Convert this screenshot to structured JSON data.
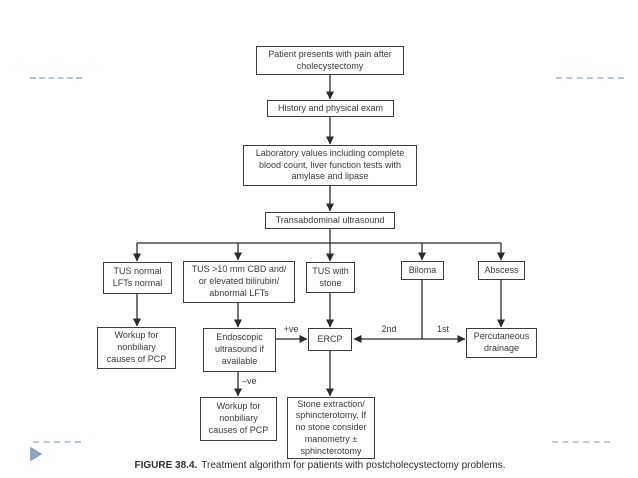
{
  "figure": {
    "caption_label": "FIGURE 38.4.",
    "caption_text": "Treatment algorithm for patients with postcholecystectomy problems."
  },
  "nodes": {
    "patient": "Patient presents with pain after\ncholecystectomy",
    "history": "History and physical exam",
    "labs": "Laboratory values including complete\nblood count, liver function tests with\namylase and lipase",
    "tus": "Transabdominal ultrasound",
    "tus_normal": "TUS normal\nLFTs normal",
    "tus_cbd": "TUS >10 mm CBD and/\nor elevated bilirubin/\nabnormal LFTs",
    "tus_stone": "TUS with\nstone",
    "biloma": "Biloma",
    "abscess": "Abscess",
    "workup1": "Workup for\nnonbiliary\ncauses of PCP",
    "endoscopic": "Endoscopic\nultrasound if\navailable",
    "ercp": "ERCP",
    "percutaneous": "Percutaneous\ndrainage",
    "workup2": "Workup for\nnonbiliary\ncauses of PCP",
    "stone_extraction": "Stone extraction/\nsphincterotomy. If\nno stone consider\nmanometry ±\nsphincterotomy"
  },
  "edge_labels": {
    "positive": "+ve",
    "negative": "–ve",
    "second": "2nd",
    "first": "1st"
  },
  "colors": {
    "box_border": "#3c3c3c",
    "text": "#3a3a3a",
    "line": "#2b2b2b",
    "bullet_fill": "#8da5c2",
    "bullet_stroke": "#7590b1",
    "dash_blue": "#b9c8d8",
    "dash_gray": "#c6cdd4"
  }
}
